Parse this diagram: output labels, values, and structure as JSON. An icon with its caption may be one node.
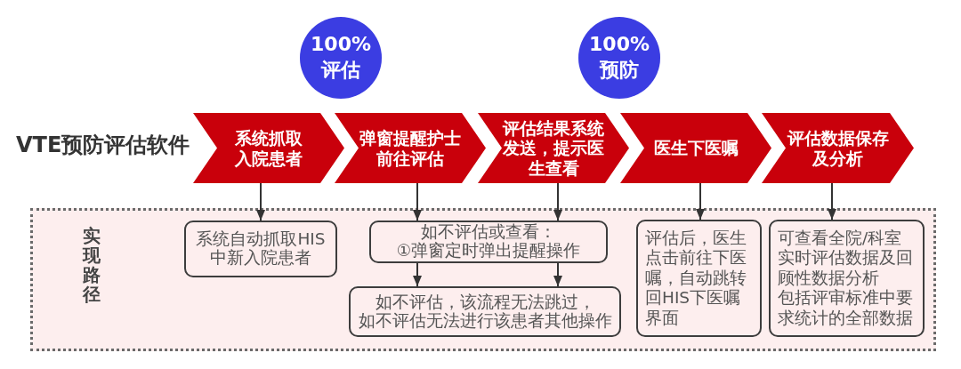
{
  "diagram": {
    "nodes": [
      {
        "text": [
          "100%评估"
        ]
      },
      {
        "text": [
          "100%预防"
        ]
      },
      {
        "text": [
          "系统抓取入院患者"
        ]
      },
      {
        "text": [
          "弹窗提醒护士前往评估"
        ]
      },
      {
        "text": [
          "评估结果系统发送，提示医生查看"
        ]
      },
      {
        "text": [
          "医生下医嘱"
        ]
      },
      {
        "text": [
          "评估数据保存及分析"
        ]
      },
      {
        "text": [
          "实现路径"
        ]
      },
      {
        "text": [
          "系统自动抓取HIS中新入院患者"
        ],
        "in": 7
      },
      {
        "text": [
          "如不评估或查看：",
          "①弹窗定时弹出提醒操作"
        ],
        "in": 7
      },
      {
        "text": [
          "如不评估，该流程无法跳过，",
          "如不评估无法进行该患者其他操作"
        ],
        "in": 7
      },
      {
        "text": [
          "评估后，医生点击前往下医嘱，自动跳转回HIS下医嘱界面"
        ],
        "in": 7
      },
      {
        "text": [
          "可查看全院/科室实时评估数据及回顾性数据分析",
          "包括评审标准中要求统计的全部数据"
        ],
        "in": 7
      }
    ],
    "edges": [
      {
        "from": 2,
        "to": 8,
        "arrow": "to"
      },
      {
        "from": 3,
        "to": 9,
        "arrow": "to"
      },
      {
        "from": 4,
        "to": 9,
        "arrow": "to"
      },
      {
        "from": 5,
        "to": 11,
        "arrow": "to"
      },
      {
        "from": 6,
        "to": 12,
        "arrow": "to"
      },
      {
        "from": 9,
        "to": 10,
        "arrow": "to"
      },
      {
        "from": 9,
        "to": 10,
        "arrow": "to"
      }
    ],
    "labels": [
      "VTE预防评估软件"
    ]
  }
}
